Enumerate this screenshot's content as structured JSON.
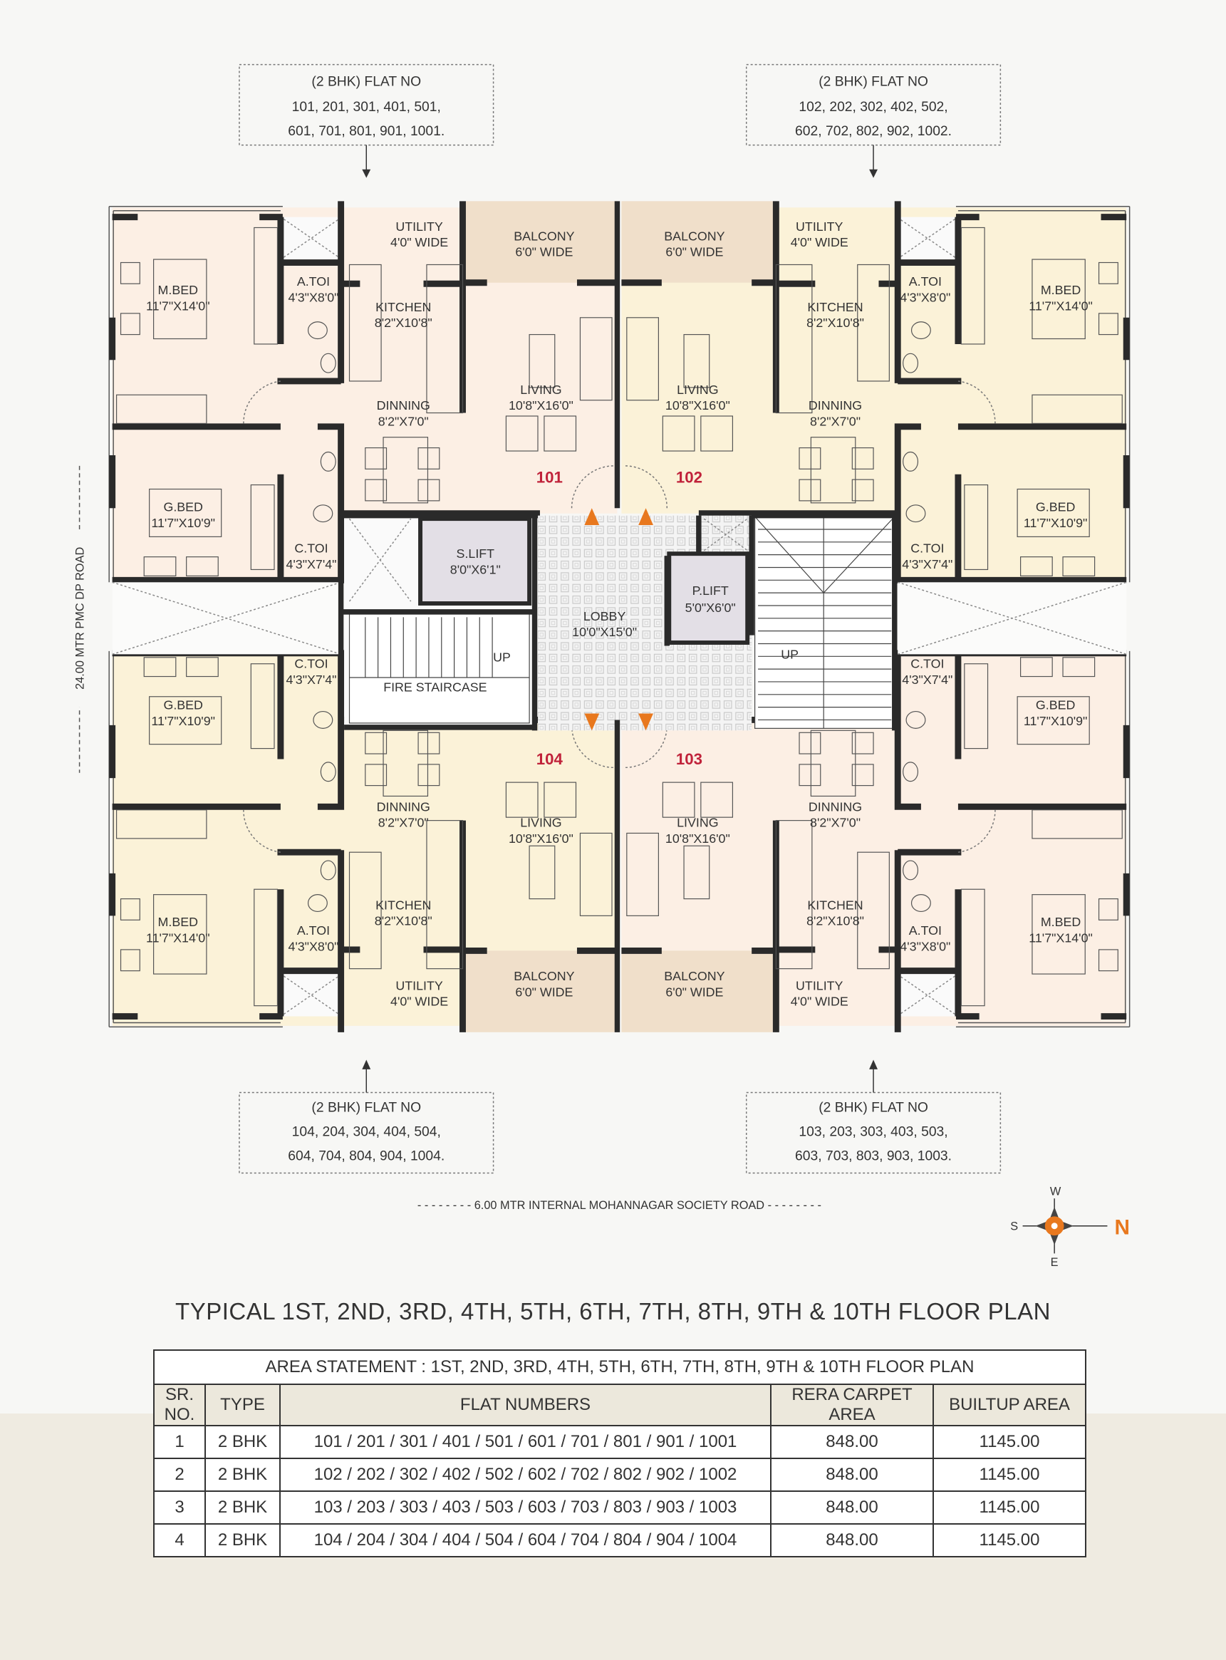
{
  "callouts": {
    "top_left": [
      "(2 BHK) FLAT NO",
      "101, 201, 301, 401, 501,",
      "601, 701, 801, 901, 1001."
    ],
    "top_right": [
      "(2 BHK) FLAT NO",
      "102, 202, 302, 402, 502,",
      "602, 702, 802, 902, 1002."
    ],
    "bottom_left": [
      "(2 BHK) FLAT NO",
      "104, 204, 304, 404, 504,",
      "604, 704, 804, 904, 1004."
    ],
    "bottom_right": [
      "(2 BHK) FLAT NO",
      "103, 203, 303, 403, 503,",
      "603, 703, 803, 903, 1003."
    ]
  },
  "flats": [
    {
      "number": "101",
      "rooms": [
        {
          "name": "UTILITY",
          "dim": "4'0\" WIDE"
        },
        {
          "name": "BALCONY",
          "dim": "6'0\" WIDE"
        },
        {
          "name": "M.BED",
          "dim": "11'7\"X14'0\""
        },
        {
          "name": "A.TOI",
          "dim": "4'3\"X8'0\""
        },
        {
          "name": "KITCHEN",
          "dim": "8'2\"X10'8\""
        },
        {
          "name": "LIVING",
          "dim": "10'8\"X16'0\""
        },
        {
          "name": "DINNING",
          "dim": "8'2\"X7'0\""
        },
        {
          "name": "G.BED",
          "dim": "11'7\"X10'9\""
        },
        {
          "name": "C.TOI",
          "dim": "4'3\"X7'4\""
        }
      ]
    },
    {
      "number": "102",
      "rooms": [
        {
          "name": "UTILITY",
          "dim": "4'0\" WIDE"
        },
        {
          "name": "BALCONY",
          "dim": "6'0\" WIDE"
        },
        {
          "name": "M.BED",
          "dim": "11'7\"X14'0\""
        },
        {
          "name": "A.TOI",
          "dim": "4'3\"X8'0\""
        },
        {
          "name": "KITCHEN",
          "dim": "8'2\"X10'8\""
        },
        {
          "name": "LIVING",
          "dim": "10'8\"X16'0\""
        },
        {
          "name": "DINNING",
          "dim": "8'2\"X7'0\""
        },
        {
          "name": "G.BED",
          "dim": "11'7\"X10'9\""
        },
        {
          "name": "C.TOI",
          "dim": "4'3\"X7'4\""
        }
      ]
    },
    {
      "number": "104",
      "rooms": [
        {
          "name": "UTILITY",
          "dim": "4'0\" WIDE"
        },
        {
          "name": "BALCONY",
          "dim": "6'0\" WIDE"
        },
        {
          "name": "M.BED",
          "dim": "11'7\"X14'0\""
        },
        {
          "name": "A.TOI",
          "dim": "4'3\"X8'0\""
        },
        {
          "name": "KITCHEN",
          "dim": "8'2\"X10'8\""
        },
        {
          "name": "LIVING",
          "dim": "10'8\"X16'0\""
        },
        {
          "name": "DINNING",
          "dim": "8'2\"X7'0\""
        },
        {
          "name": "G.BED",
          "dim": "11'7\"X10'9\""
        },
        {
          "name": "C.TOI",
          "dim": "4'3\"X7'4\""
        }
      ]
    },
    {
      "number": "103",
      "rooms": [
        {
          "name": "UTILITY",
          "dim": "4'0\" WIDE"
        },
        {
          "name": "BALCONY",
          "dim": "6'0\" WIDE"
        },
        {
          "name": "M.BED",
          "dim": "11'7\"X14'0\""
        },
        {
          "name": "A.TOI",
          "dim": "4'3\"X8'0\""
        },
        {
          "name": "KITCHEN",
          "dim": "8'2\"X10'8\""
        },
        {
          "name": "LIVING",
          "dim": "10'8\"X16'0\""
        },
        {
          "name": "DINNING",
          "dim": "8'2\"X7'0\""
        },
        {
          "name": "G.BED",
          "dim": "11'7\"X10'9\""
        },
        {
          "name": "C.TOI",
          "dim": "4'3\"X7'4\""
        }
      ]
    }
  ],
  "core": {
    "service_lift": {
      "name": "S.LIFT",
      "dim": "8'0\"X6'1\""
    },
    "passenger_lift": {
      "name": "P.LIFT",
      "dim": "5'0\"X6'0\""
    },
    "lobby": {
      "name": "LOBBY",
      "dim": "10'0\"X15'0\""
    },
    "fire_staircase": "FIRE STAIRCASE",
    "up_label": "UP"
  },
  "roads": {
    "left": "24.00 MTR PMC DP ROAD",
    "bottom": "- - - - - - - -  6.00 MTR INTERNAL MOHANNAGAR SOCIETY ROAD  - - - - - - - -"
  },
  "compass": {
    "n": "N",
    "s": "S",
    "e": "E",
    "w": "W",
    "accent": "#e8781e"
  },
  "colors": {
    "flat_peach": "#fcefe4",
    "flat_yellow": "#fbf2d8",
    "flat_number": "#c0223a",
    "balcony": "#f0dfca",
    "wall": "#2a2a2a"
  },
  "title": "TYPICAL 1ST, 2ND, 3RD, 4TH, 5TH, 6TH, 7TH, 8TH, 9TH & 10TH FLOOR PLAN",
  "table": {
    "caption": "AREA STATEMENT : 1ST, 2ND, 3RD, 4TH, 5TH, 6TH, 7TH, 8TH, 9TH & 10TH FLOOR PLAN",
    "headers": [
      "SR. NO.",
      "TYPE",
      "FLAT NUMBERS",
      "RERA CARPET AREA",
      "BUILTUP AREA"
    ],
    "rows": [
      [
        "1",
        "2 BHK",
        "101 / 201 / 301 / 401 / 501 / 601 / 701 / 801 / 901 / 1001",
        "848.00",
        "1145.00"
      ],
      [
        "2",
        "2 BHK",
        "102 / 202 / 302 / 402 / 502 / 602 / 702 / 802 / 902 / 1002",
        "848.00",
        "1145.00"
      ],
      [
        "3",
        "2 BHK",
        "103 / 203 / 303 / 403 / 503 / 603 / 703 / 803 / 903 / 1003",
        "848.00",
        "1145.00"
      ],
      [
        "4",
        "2 BHK",
        "104 / 204 / 304 / 404 / 504 / 604 / 704 / 804 / 904 / 1004",
        "848.00",
        "1145.00"
      ]
    ]
  }
}
